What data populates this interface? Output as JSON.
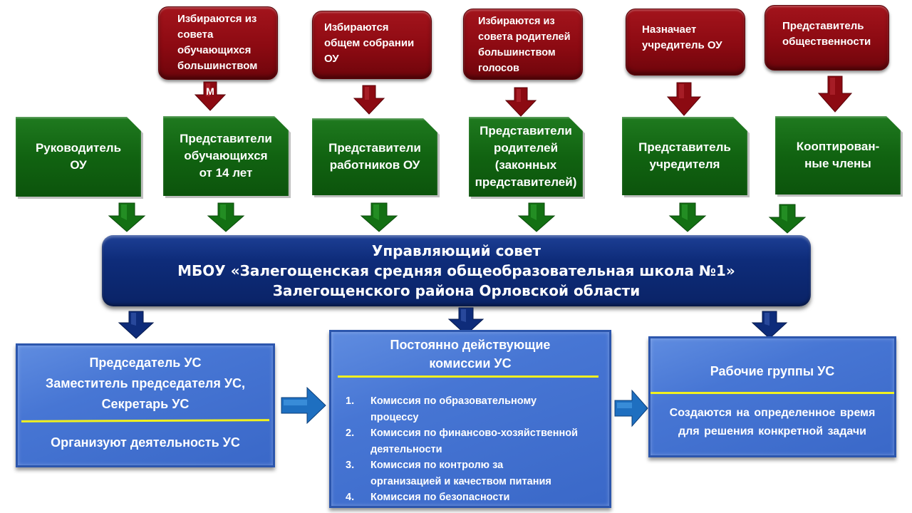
{
  "sources": [
    {
      "text": "Избираются из\nсовета\nобучающихся\nбольшинством",
      "arrow_label": "М"
    },
    {
      "text": "Избираются\nобщем собрании\nОУ",
      "arrow_label": ""
    },
    {
      "text": "Избираются из\nсовета родителей\nбольшинством\nголосов",
      "arrow_label": ""
    },
    {
      "text": "Назначает\nучредитель ОУ",
      "arrow_label": ""
    },
    {
      "text": "Представитель\nобщественности",
      "arrow_label": ""
    }
  ],
  "members": [
    {
      "text": "Руководитель\nОУ"
    },
    {
      "text": "Представители\nобучающихся\nот 14 лет"
    },
    {
      "text": "Представители\nработников  ОУ"
    },
    {
      "text": "Представители\nродителей\n(законных\nпредставителей)"
    },
    {
      "text": "Представитель\nучредителя"
    },
    {
      "text": "Кооптирован-\nные члены"
    }
  ],
  "council": {
    "line1": "Управляющий совет",
    "line2": "МБОУ «Залегощенская средняя общеобразовательная школа №1»",
    "line3": "Залегощенского района Орловской области"
  },
  "leadership": {
    "title_lines": [
      "Председатель УС",
      "Заместитель председателя УС,",
      "Секретарь УС"
    ],
    "description": "Организуют деятельность УС"
  },
  "commissions": {
    "title_lines": [
      "Постоянно действующие",
      "комиссии УС"
    ],
    "items": [
      {
        "num": "1.",
        "text": "Комиссия по образовательному\nпроцессу"
      },
      {
        "num": "2.",
        "text": "Комиссия по финансово-хозяйственной\nдеятельности"
      },
      {
        "num": "3.",
        "text": "Комиссия по контролю за\nорганизацией и качеством  питания"
      },
      {
        "num": "4.",
        "text": "Комиссия по безопасности"
      }
    ]
  },
  "working_groups": {
    "title": "Рабочие группы УС",
    "description_lines": [
      "Создаются на определенное время",
      "для решения конкретной задачи"
    ]
  },
  "colors": {
    "source_red": "#8c0a12",
    "member_green": "#116311",
    "council_navy": "#0e2c7a",
    "box_blue": "#4776d4",
    "divider_yellow": "#f0f020",
    "arrow_blue": "#1e6fc0"
  }
}
